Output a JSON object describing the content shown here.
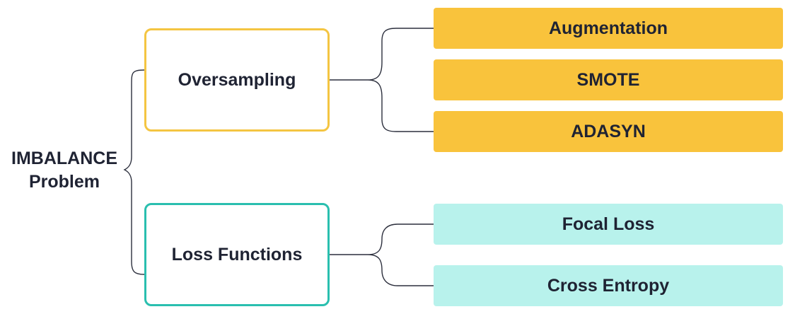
{
  "root": {
    "line1": "IMBALANCE",
    "line2": "Problem"
  },
  "groups": [
    {
      "label": "Oversampling",
      "color": "#f4c542",
      "items": [
        "Augmentation",
        "SMOTE",
        "ADASYN"
      ],
      "item_color": "#f9c33c"
    },
    {
      "label": "Loss Functions",
      "color": "#2abfaf",
      "items": [
        "Focal Loss",
        "Cross Entropy"
      ],
      "item_color": "#b8f2ec"
    }
  ]
}
